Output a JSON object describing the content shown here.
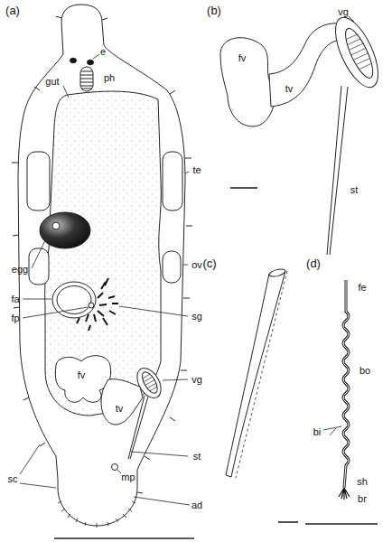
{
  "diagram": {
    "labels": [
      "(a)",
      "e",
      "ph",
      "gut",
      "te",
      "ov",
      "egg",
      "fa",
      "sg",
      "fp",
      "vg",
      "fv",
      "tv",
      "st",
      "sc",
      "mp",
      "ad",
      "(b)",
      "vg",
      "fv",
      "tv",
      "st",
      "(c)",
      "(d)",
      "fe",
      "bo",
      "bi",
      "sh",
      "br"
    ]
  }
}
